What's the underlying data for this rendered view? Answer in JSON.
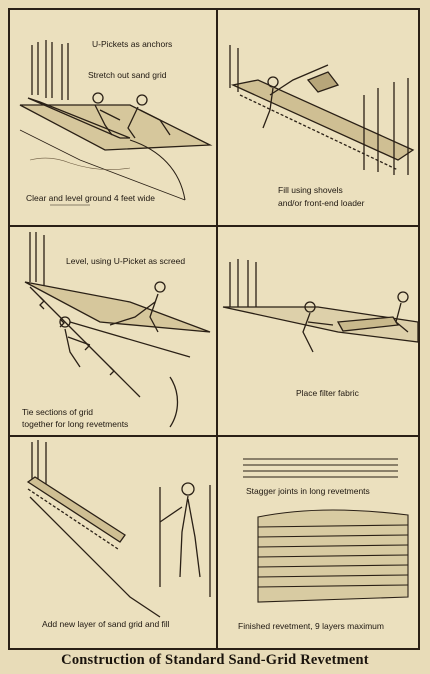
{
  "caption": "Construction of Standard Sand-Grid Revetment",
  "panels": [
    {
      "id": "p1",
      "labels": [
        "U-Pickets as anchors",
        "Stretch out sand grid",
        "Clear and level ground 4 feet wide"
      ]
    },
    {
      "id": "p2",
      "labels": [
        "Fill using shovels",
        "and/or front-end loader"
      ]
    },
    {
      "id": "p3",
      "labels": [
        "Level, using U-Picket as screed",
        "Tie sections of grid",
        "together for long revetments"
      ]
    },
    {
      "id": "p4",
      "labels": [
        "Place filter fabric"
      ]
    },
    {
      "id": "p5",
      "labels": [
        "Add new layer of sand grid and fill"
      ]
    },
    {
      "id": "p6",
      "labels": [
        "Stagger joints in long revetments",
        "Finished revetment, 9 layers maximum"
      ]
    }
  ],
  "colors": {
    "ink": "#2a2016",
    "paper": "#ebe0be"
  }
}
